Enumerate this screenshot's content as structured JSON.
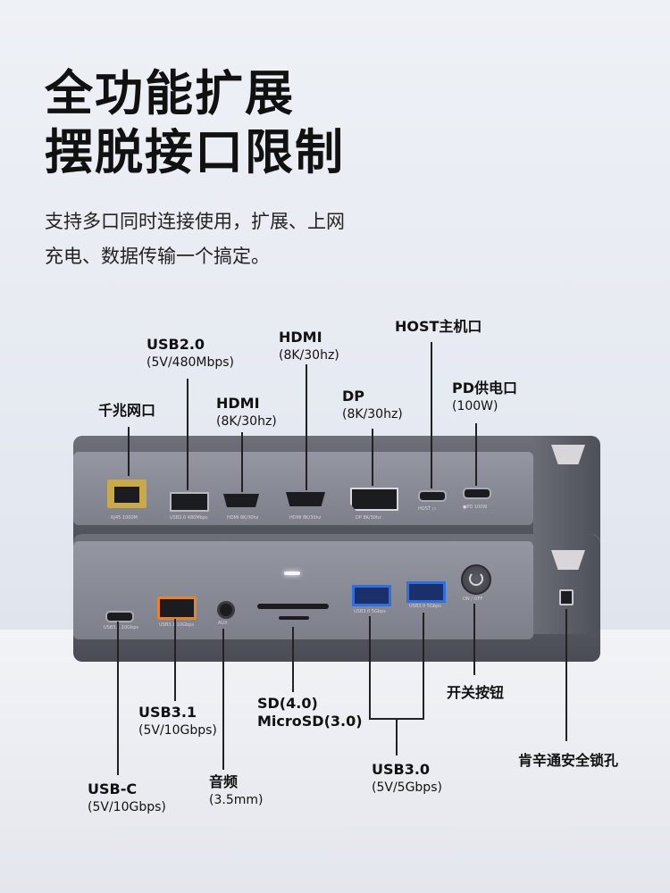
{
  "headline": {
    "line1": "全功能扩展",
    "line2": "摆脱接口限制"
  },
  "subtitle": {
    "line1": "支持多口同时连接使用，扩展、上网",
    "line2": "充电、数据传输一个搞定。"
  },
  "top_labels": {
    "rj45": {
      "title": "千兆网口"
    },
    "usb20": {
      "title": "USB2.0",
      "spec": "(5V/480Mbps)"
    },
    "hdmi1": {
      "title": "HDMI",
      "spec": "(8K/30hz)"
    },
    "hdmi2": {
      "title": "HDMI",
      "spec": "(8K/30hz)"
    },
    "dp": {
      "title": "DP",
      "spec": "(8K/30hz)"
    },
    "host": {
      "title": "HOST主机口"
    },
    "pd": {
      "title": "PD供电口",
      "spec": "(100W)"
    }
  },
  "bottom_labels": {
    "usbc": {
      "title": "USB-C",
      "spec": "(5V/10Gbps)"
    },
    "usb31": {
      "title": "USB3.1",
      "spec": "(5V/10Gbps)"
    },
    "audio": {
      "title": "音频",
      "spec": "(3.5mm)"
    },
    "sd": {
      "title": "SD(4.0)",
      "spec": "MicroSD(3.0)"
    },
    "usb30": {
      "title": "USB3.0",
      "spec": "(5V/5Gbps)"
    },
    "power": {
      "title": "开关按钮"
    },
    "lock": {
      "title": "肯辛通安全锁孔"
    }
  },
  "port_printed": {
    "rj45": "RJ45 1000M",
    "usb20": "USB2.0 480Mbps",
    "hdmi1": "HDMI 8K/30hz",
    "hdmi2": "HDMI 8K/30hz",
    "dp": "DP 8K/30hz",
    "host": "HOST ▭",
    "pd": "●PD 100W",
    "usbc": "USB3.1 10Gbps",
    "usb31": "USB3.1 10Gbps",
    "aux": "AUX",
    "usb30a": "USB3.0 5Gbps",
    "usb30b": "USB3.0 5Gbps",
    "onoff": "ON / OFF"
  },
  "colors": {
    "hub": "#5a5c66",
    "usb3_blue": "#2f6fe0",
    "usb31_orange": "#e8832c",
    "rj45_gold": "#c9a94a"
  }
}
